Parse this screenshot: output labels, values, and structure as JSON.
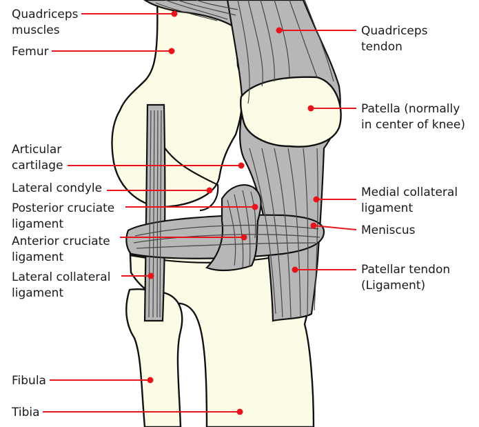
{
  "diagram": {
    "labels": {
      "quadriceps_muscles": [
        "Quadriceps",
        "muscles"
      ],
      "femur": [
        "Femur"
      ],
      "articular_cartilage": [
        "Articular",
        "cartilage"
      ],
      "lateral_condyle": [
        "Lateral condyle"
      ],
      "posterior_cruciate": [
        "Posterior cruciate",
        "ligament"
      ],
      "anterior_cruciate": [
        "Anterior cruciate",
        "ligament"
      ],
      "lateral_collateral": [
        "Lateral collateral",
        "ligament"
      ],
      "fibula": [
        "Fibula"
      ],
      "tibia": [
        "Tibia"
      ],
      "quadriceps_tendon": [
        "Quadriceps",
        "tendon"
      ],
      "patella": [
        "Patella (normally",
        "in center of knee)"
      ],
      "medial_collateral": [
        "Medial collateral",
        "ligament"
      ],
      "meniscus": [
        "Meniscus"
      ],
      "patellar_tendon": [
        "Patellar tendon",
        "(Ligament)"
      ]
    },
    "colors": {
      "leader": "#e8141b",
      "bone": "#fbfbe6",
      "tissue": "#b7b7b7",
      "outline": "#111111"
    }
  }
}
